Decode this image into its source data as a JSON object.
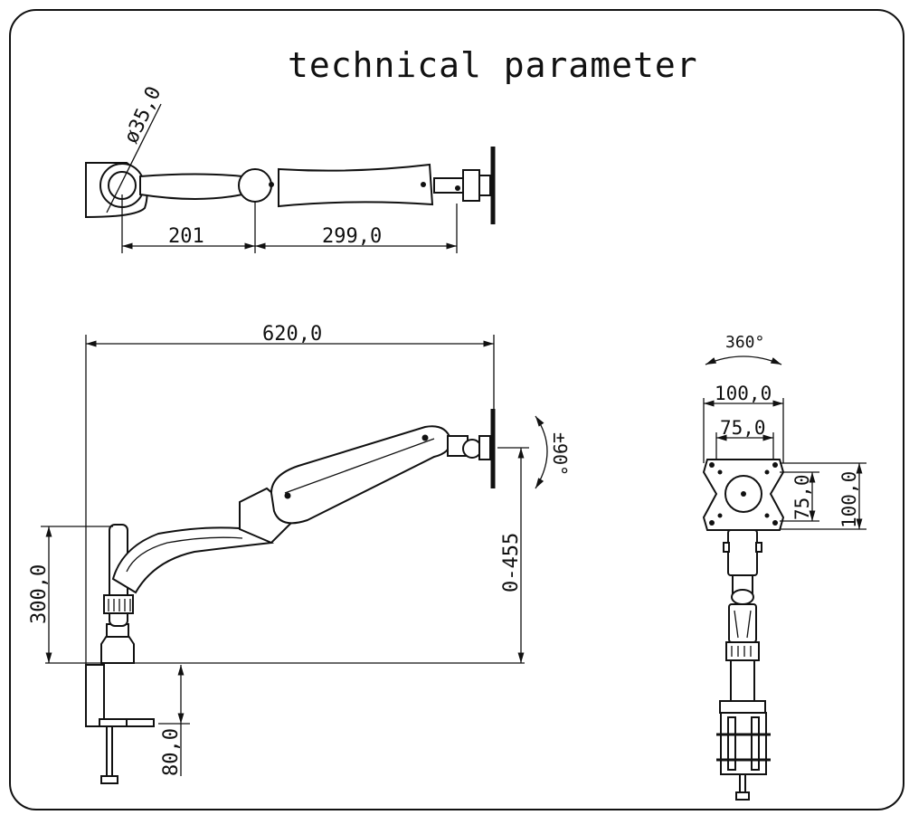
{
  "title": "technical parameter",
  "dimensions": {
    "pole_diameter": "ø35,0",
    "top_arm_1": "201",
    "top_arm_2": "299,0",
    "reach": "620,0",
    "tilt": "±90°",
    "height_range": "0-455",
    "pole_height": "300,0",
    "clamp": "80,0",
    "rotation": "360°",
    "vesa_large_w": "100,0",
    "vesa_small_w": "75,0",
    "vesa_small_h": "75,0",
    "vesa_large_h": "100,0"
  },
  "colors": {
    "line": "#111111",
    "background": "#ffffff"
  }
}
